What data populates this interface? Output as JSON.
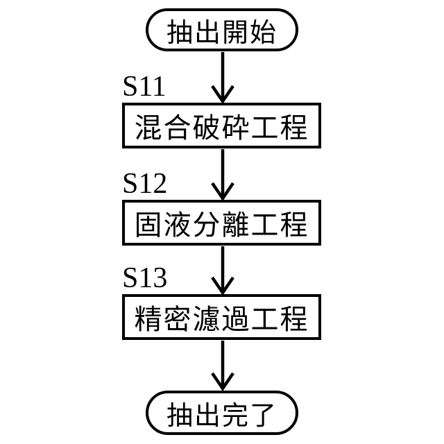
{
  "diagram": {
    "title": "extraction-process-flowchart",
    "start": {
      "label": "抽出開始"
    },
    "steps": [
      {
        "id": "S11",
        "label": "混合破砕工程"
      },
      {
        "id": "S12",
        "label": "固液分離工程"
      },
      {
        "id": "S13",
        "label": "精密濾過工程"
      }
    ],
    "end": {
      "label": "抽出完了"
    },
    "colors": {
      "line": "#000000",
      "background": "#ffffff",
      "text": "#000000"
    }
  }
}
